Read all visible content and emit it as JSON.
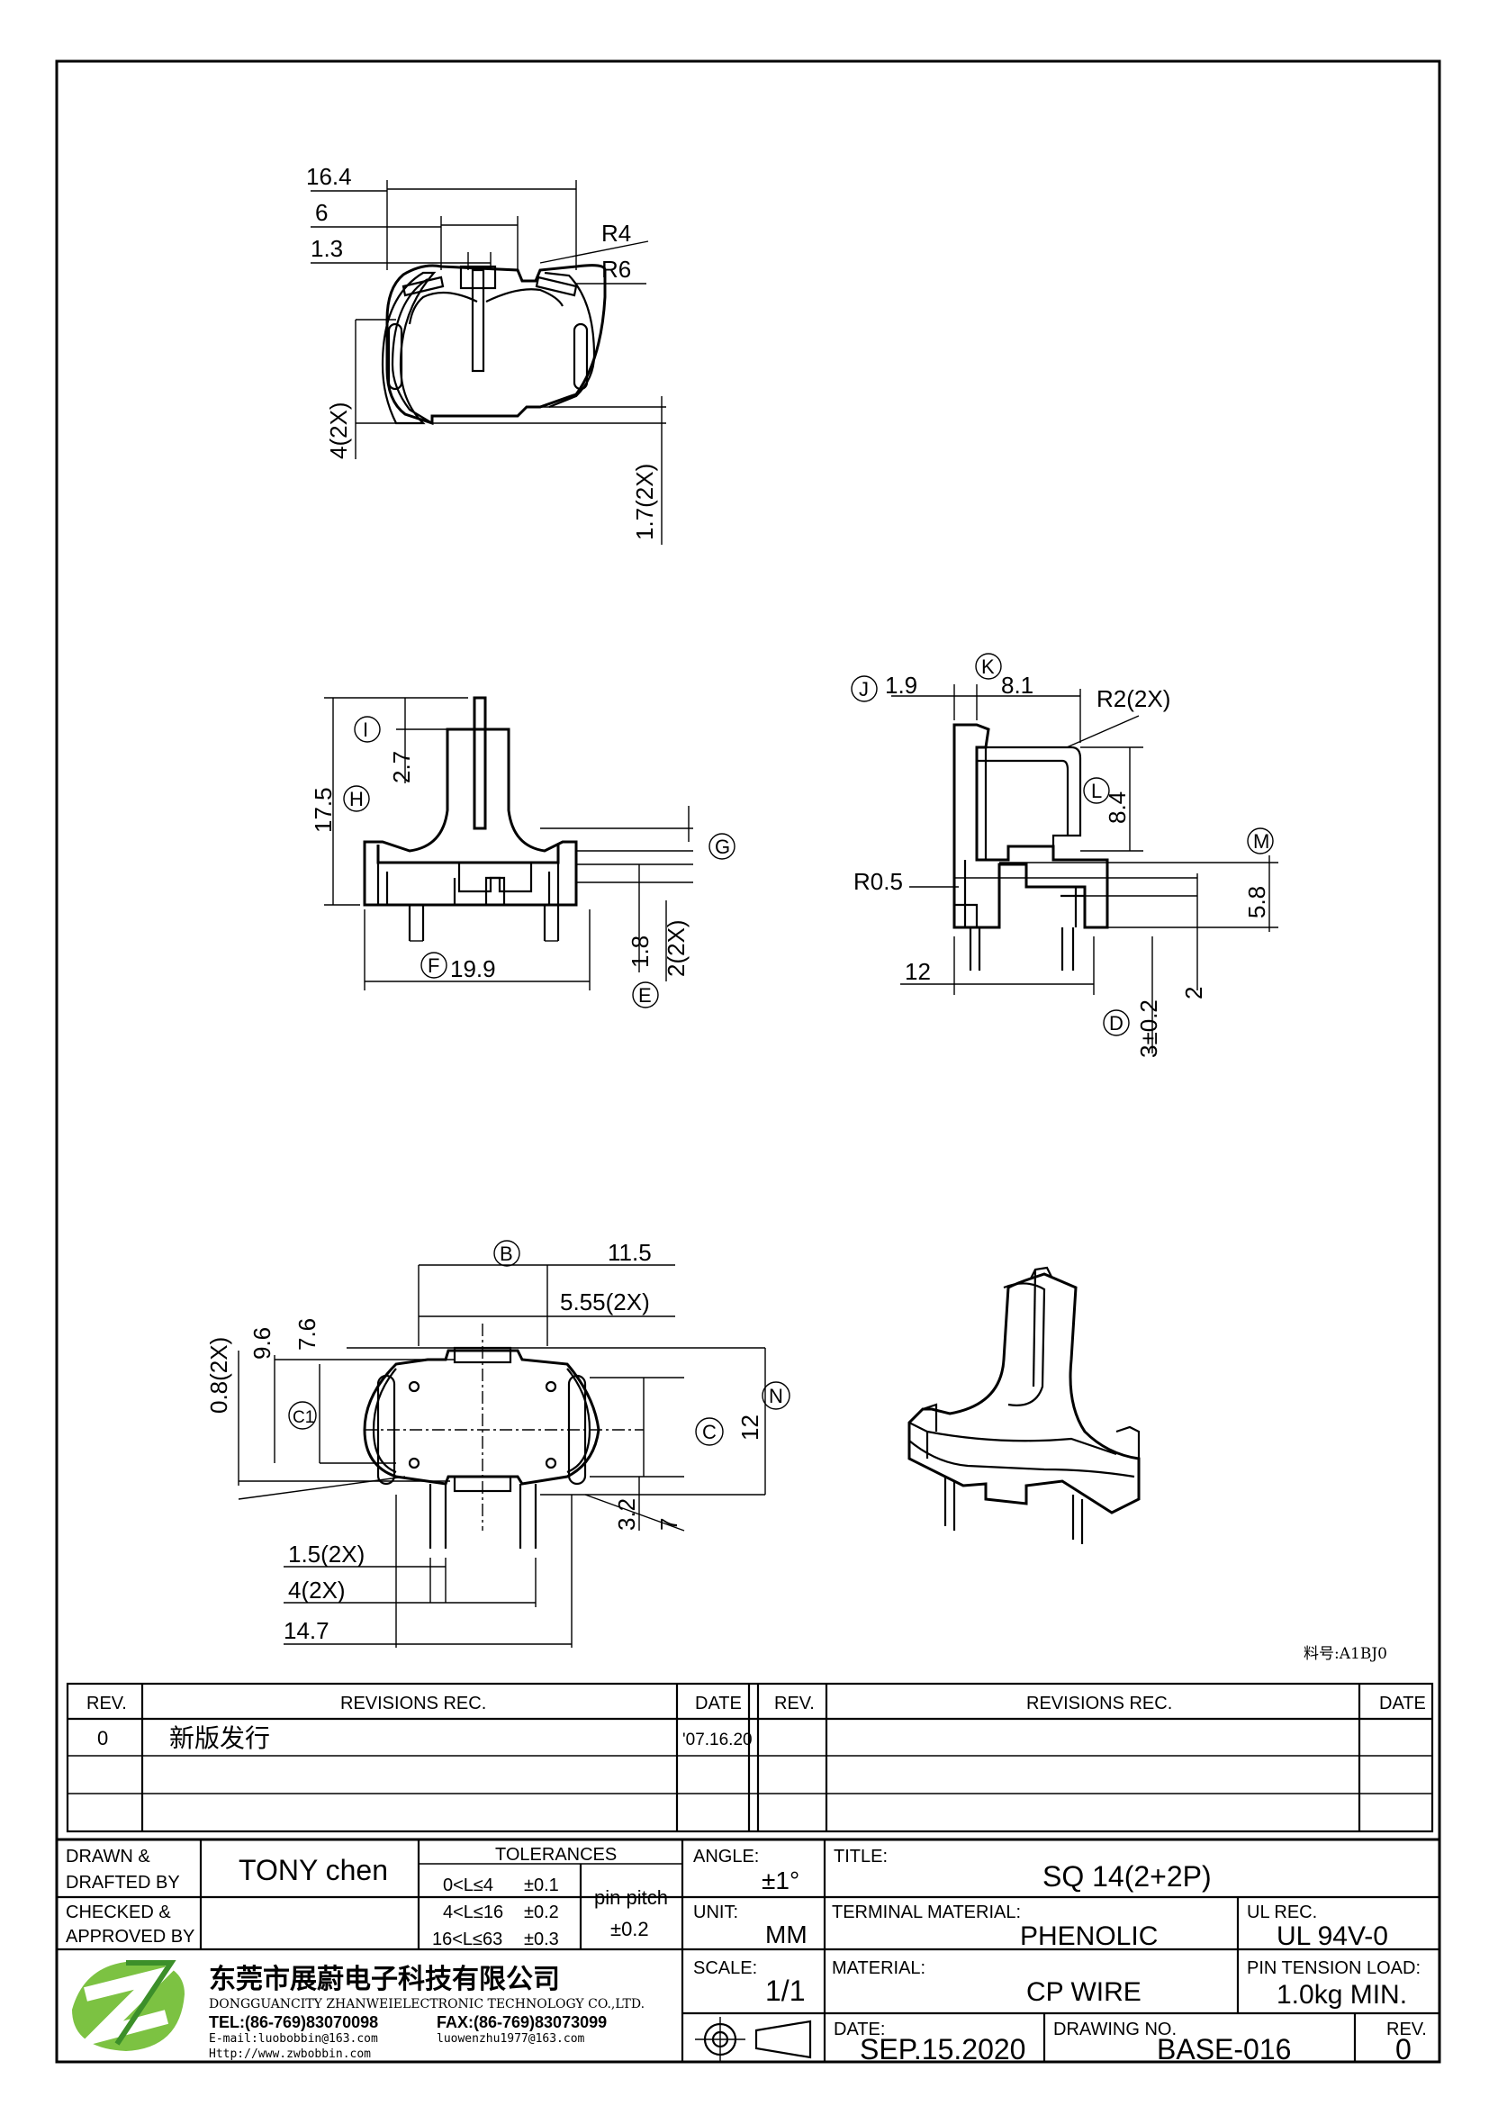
{
  "part_code": "料号:A1BJ0",
  "colors": {
    "logo_green": "#7cc242",
    "logo_green_dark": "#3c8f2a",
    "ink": "#000000"
  },
  "dimensions": {
    "top_view": {
      "d1": "16.4",
      "d2": "6",
      "d3": "1.3",
      "r1": "R4",
      "r2": "R6",
      "d4": "4(2X)",
      "d5": "1.7(2X)"
    },
    "front_view": {
      "I": "I",
      "d_i": "2.7",
      "H": "H",
      "d_h": "17.5",
      "G": "G",
      "F": "F",
      "d_f": "19.9",
      "d_a": "1.8",
      "d_b": "2(2X)",
      "E": "E"
    },
    "side_view": {
      "J": "J",
      "d_j": "1.9",
      "K": "K",
      "d_k": "8.1",
      "r_a": "R2(2X)",
      "L": "L",
      "d_l": "8.4",
      "M": "M",
      "d_m": "5.8",
      "r_b": "R0.5",
      "d_12": "12",
      "D": "D",
      "d_d": "3±0.2",
      "d_2": "2"
    },
    "bottom_view": {
      "B": "B",
      "d_b": "11.5",
      "d_b2": "5.55(2X)",
      "d_08": "0.8(2X)",
      "d_96": "9.6",
      "d_76": "7.6",
      "C1": "C1",
      "C": "C",
      "N": "N",
      "d_12": "12",
      "d_32": "3.2",
      "d_7": "7",
      "d_15": "1.5(2X)",
      "d_4": "4(2X)",
      "d_147": "14.7"
    }
  },
  "revisions": {
    "headers": {
      "rev": "REV.",
      "rec": "REVISIONS   REC.",
      "date": "DATE"
    },
    "rows": [
      {
        "rev": "0",
        "rec": "新版发行",
        "date": "'07.16.20"
      }
    ]
  },
  "title_block": {
    "drawn_label_1": "DRAWN &",
    "drawn_label_2": "DRAFTED BY",
    "drawn_value": "TONY  chen",
    "checked_label_1": "CHECKED &",
    "checked_label_2": "APPROVED BY",
    "checked_value": "",
    "tolerances_header": "TOLERANCES",
    "tolerances": [
      {
        "range": "0<L≤4",
        "tol": "±0.1"
      },
      {
        "range": "4<L≤16",
        "tol": "±0.2"
      },
      {
        "range": "16<L≤63",
        "tol": "±0.3"
      }
    ],
    "pin_pitch_label": "pin pitch",
    "pin_pitch_value": "±0.2",
    "angle_label": "ANGLE:",
    "angle_value": "±1°",
    "unit_label": "UNIT:",
    "unit_value": "MM",
    "scale_label": "SCALE:",
    "scale_value": "1/1",
    "title_label": "TITLE:",
    "title_value": "SQ  14(2+2P)",
    "terminal_label": "TERMINAL  MATERIAL:",
    "terminal_value": "PHENOLIC",
    "ul_label": "UL  REC.",
    "ul_value": "UL  94V-0",
    "material_label": "MATERIAL:",
    "material_value": "CP  WIRE",
    "pin_tension_label": "PIN  TENSION  LOAD:",
    "pin_tension_value": "1.0kg  MIN.",
    "date_label": "DATE:",
    "date_value": "SEP.15.2020",
    "drawing_no_label": "DRAWING  NO.",
    "drawing_no_value": "BASE-016",
    "rev_label": "REV.",
    "rev_value": "0"
  },
  "company": {
    "name_cn": "东莞市展蔚电子科技有限公司",
    "name_en": "DONGGUANCITY ZHANWEIELECTRONIC TECHNOLOGY CO.,LTD.",
    "tel": "TEL:(86-769)83070098",
    "fax": "FAX:(86-769)83073099",
    "email": "E-mail:luobobbin@163.com",
    "email2": "luowenzhu1977@163.com",
    "web": "Http://www.zwbobbin.com"
  }
}
